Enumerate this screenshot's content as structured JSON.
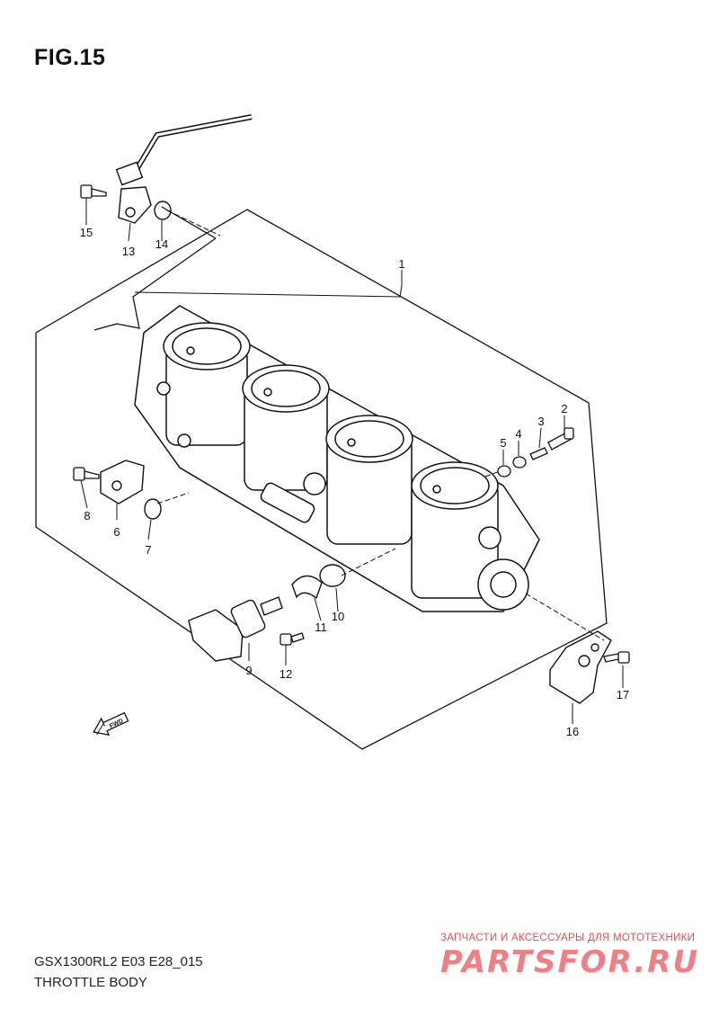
{
  "figure": {
    "title": "FIG.15"
  },
  "callouts": {
    "c1": "1",
    "c2": "2",
    "c3": "3",
    "c4": "4",
    "c5": "5",
    "c6": "6",
    "c7": "7",
    "c8": "8",
    "c9": "9",
    "c10": "10",
    "c11": "11",
    "c12": "12",
    "c13": "13",
    "c14": "14",
    "c15": "15",
    "c16": "16",
    "c17": "17"
  },
  "direction_tag": "FWD",
  "footer": {
    "model_code": "GSX1300RL2 E03 E28_015",
    "section_name": "THROTTLE BODY"
  },
  "watermark": {
    "caption": "ЗАПЧАСТИ И АКСЕССУАРЫ ДЛЯ МОТОТЕХНИКИ",
    "logo": "PARTSFOR.RU"
  }
}
